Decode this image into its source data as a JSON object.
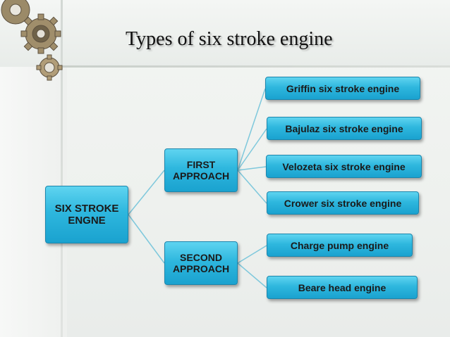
{
  "slide": {
    "title": "Types of six stroke engine"
  },
  "diagram": {
    "root": {
      "label": "SIX STROKE ENGNE"
    },
    "branches": [
      {
        "label": "FIRST APPROACH",
        "children": [
          "Griffin six stroke engine",
          "Bajulaz six stroke engine",
          "Velozeta six stroke engine",
          "Crower six stroke engine"
        ]
      },
      {
        "label": "SECOND APPROACH",
        "children": [
          "Charge pump engine",
          "Beare head engine"
        ]
      }
    ]
  },
  "colors": {
    "box_fill": "#2eb7de",
    "box_border": "#1b86ad",
    "connector": "#7ec8dc",
    "title_text": "#111111"
  },
  "icons": [
    "gears-icon"
  ]
}
